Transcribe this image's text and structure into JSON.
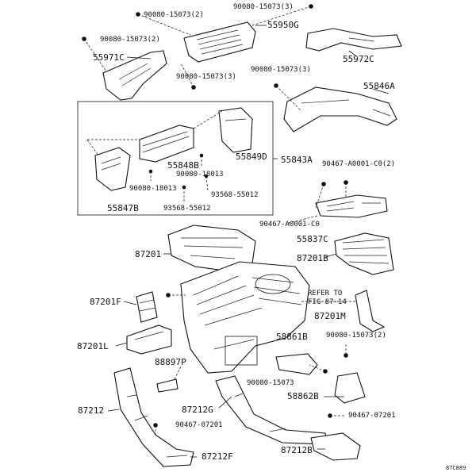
{
  "labels": {
    "l_90080_15073_2_top": "90080-15073(2)",
    "l_90080_15073_3_top": "90080-15073(3)",
    "l_55950G": "55950G",
    "l_90080_15073_2_left": "90080-15073(2)",
    "l_55971C": "55971C",
    "l_55972C": "55972C",
    "l_90080_15073_3_mid": "90080-15073(3)",
    "l_90080_15073_3_right": "90080-15073(3)",
    "l_55846A": "55846A",
    "l_55849D": "55849D",
    "l_55848B": "55848B",
    "l_55843A": "55843A",
    "l_90080_18013_a": "90080-18013",
    "l_90467_A0001_C0_2": "90467-A0001-C0(2)",
    "l_90080_18013_b": "90080-18013",
    "l_93568_55012_a": "93568-55012",
    "l_55847B": "55847B",
    "l_93568_55012_b": "93568-55012",
    "l_90467_A0001_C0": "90467-A0001-C0",
    "l_55837C": "55837C",
    "l_87201": "87201",
    "l_87201B": "87201B",
    "l_refer_1": "REFER TO",
    "l_refer_2": "FIG 87-14",
    "l_87201F": "87201F",
    "l_87201M": "87201M",
    "l_58861B": "58861B",
    "l_90080_15073_2_right": "90080-15073(2)",
    "l_87201L": "87201L",
    "l_88897P": "88897P",
    "l_90080_15073_low": "90080-15073",
    "l_58862B": "58862B",
    "l_87212": "87212",
    "l_87212G": "87212G",
    "l_90467_07201_right": "90467-07201",
    "l_90467_07201_mid": "90467-07201",
    "l_87212F": "87212F",
    "l_87212B": "87212B",
    "l_ref_code": "87C889"
  }
}
